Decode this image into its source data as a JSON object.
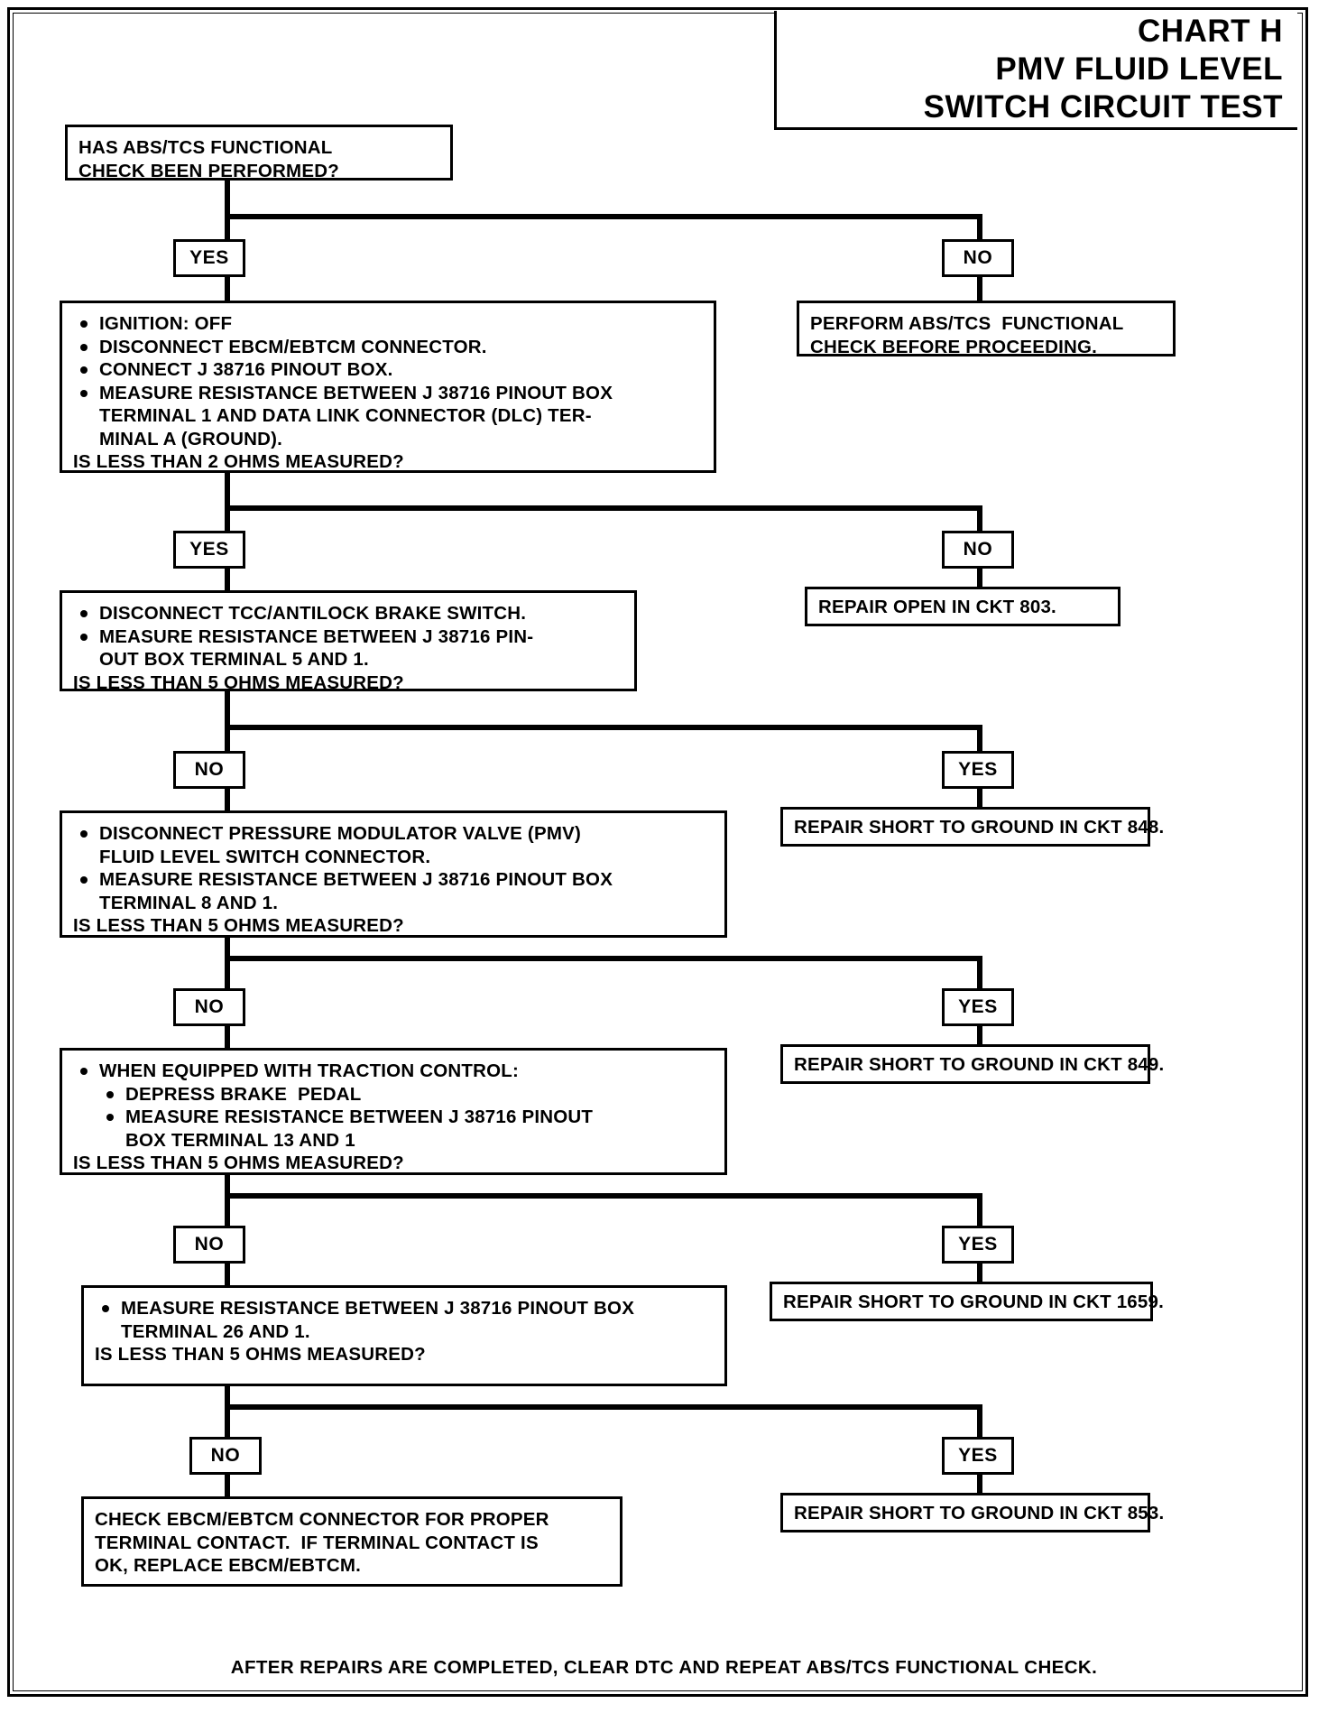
{
  "title": {
    "line1": "CHART H",
    "line2": "PMV FLUID LEVEL",
    "line3": "SWITCH CIRCUIT TEST"
  },
  "labels": {
    "yes": "YES",
    "no": "NO"
  },
  "steps": [
    {
      "id": "step1",
      "lines": [
        "HAS ABS/TCS FUNCTIONAL",
        "CHECK BEEN PERFORMED?"
      ]
    },
    {
      "id": "step2",
      "bullets": [
        "IGNITION: OFF",
        "DISCONNECT EBCM/EBTCM CONNECTOR.",
        "CONNECT J 38716 PINOUT BOX.",
        "MEASURE RESISTANCE BETWEEN J 38716 PINOUT BOX",
        "TERMINAL 1 AND DATA LINK CONNECTOR (DLC) TER-",
        "MINAL A (GROUND)."
      ],
      "question": "IS LESS THAN 2 OHMS MEASURED?"
    },
    {
      "id": "step3",
      "bullets": [
        "DISCONNECT TCC/ANTILOCK BRAKE SWITCH.",
        "MEASURE RESISTANCE BETWEEN J 38716 PIN-",
        "OUT BOX TERMINAL 5 AND 1."
      ],
      "question": "IS LESS THAN 5 OHMS MEASURED?"
    },
    {
      "id": "step4",
      "bullets": [
        "DISCONNECT PRESSURE MODULATOR VALVE (PMV)",
        "FLUID LEVEL SWITCH CONNECTOR.",
        "MEASURE RESISTANCE BETWEEN J 38716 PINOUT BOX",
        "TERMINAL 8 AND 1."
      ],
      "question": "IS LESS THAN 5 OHMS MEASURED?"
    },
    {
      "id": "step5",
      "bullets": [
        "WHEN EQUIPPED WITH TRACTION CONTROL:",
        "DEPRESS BRAKE  PEDAL",
        "MEASURE RESISTANCE BETWEEN J 38716 PINOUT",
        "BOX TERMINAL 13 AND 1"
      ],
      "question": "IS LESS THAN 5 OHMS MEASURED?"
    },
    {
      "id": "step6",
      "bullets": [
        "MEASURE RESISTANCE BETWEEN J 38716 PINOUT BOX",
        "TERMINAL 26 AND 1."
      ],
      "question": "IS LESS THAN 5 OHMS MEASURED?"
    },
    {
      "id": "step7",
      "lines": [
        "CHECK EBCM/EBTCM CONNECTOR FOR PROPER",
        "TERMINAL CONTACT.  IF TERMINAL CONTACT IS",
        "OK, REPLACE EBCM/EBTCM."
      ]
    }
  ],
  "outcomes": [
    {
      "id": "outcome1",
      "lines": [
        "PERFORM ABS/TCS  FUNCTIONAL",
        "CHECK BEFORE PROCEEDING."
      ]
    },
    {
      "id": "outcome2",
      "lines": [
        "REPAIR OPEN IN CKT 803."
      ]
    },
    {
      "id": "outcome3",
      "lines": [
        "REPAIR SHORT TO GROUND IN CKT 848."
      ]
    },
    {
      "id": "outcome4",
      "lines": [
        "REPAIR SHORT TO GROUND IN CKT 849."
      ]
    },
    {
      "id": "outcome5",
      "lines": [
        "REPAIR SHORT TO GROUND IN CKT 1659."
      ]
    },
    {
      "id": "outcome6",
      "lines": [
        "REPAIR SHORT TO GROUND IN CKT 853."
      ]
    }
  ],
  "branch_labels": {
    "b1_left": "YES",
    "b1_right": "NO",
    "b2_left": "YES",
    "b2_right": "NO",
    "b3_left": "NO",
    "b3_right": "YES",
    "b4_left": "NO",
    "b4_right": "YES",
    "b5_left": "NO",
    "b5_right": "YES",
    "b6_left": "NO",
    "b6_right": "YES"
  },
  "footer": {
    "text": "AFTER REPAIRS ARE COMPLETED, CLEAR DTC AND REPEAT ABS/TCS FUNCTIONAL CHECK."
  }
}
